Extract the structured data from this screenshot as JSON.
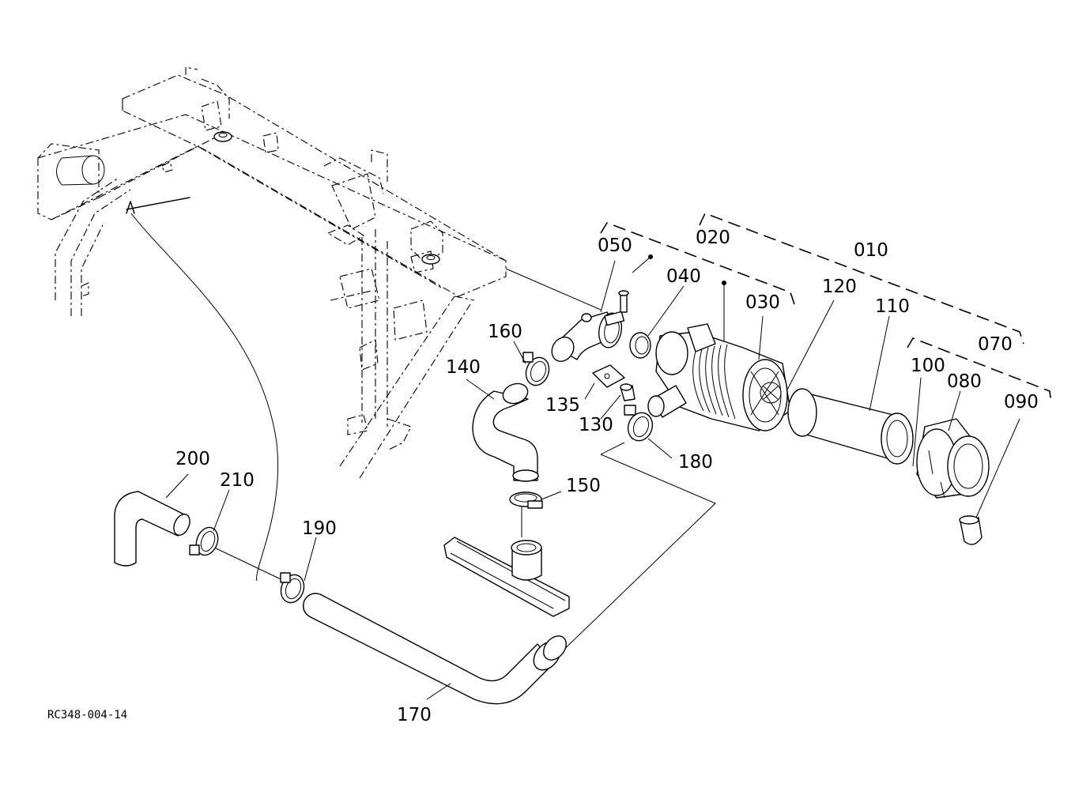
{
  "diagram": {
    "code": "RC348-004-14",
    "labels": {
      "p010": "010",
      "p020": "020",
      "p030": "030",
      "p040": "040",
      "p050": "050",
      "p070": "070",
      "p080": "080",
      "p090": "090",
      "p100": "100",
      "p110": "110",
      "p120": "120",
      "p130": "130",
      "p135": "135",
      "p140": "140",
      "p150": "150",
      "p160": "160",
      "p170": "170",
      "p180": "180",
      "p190": "190",
      "p200": "200",
      "p210": "210"
    }
  }
}
